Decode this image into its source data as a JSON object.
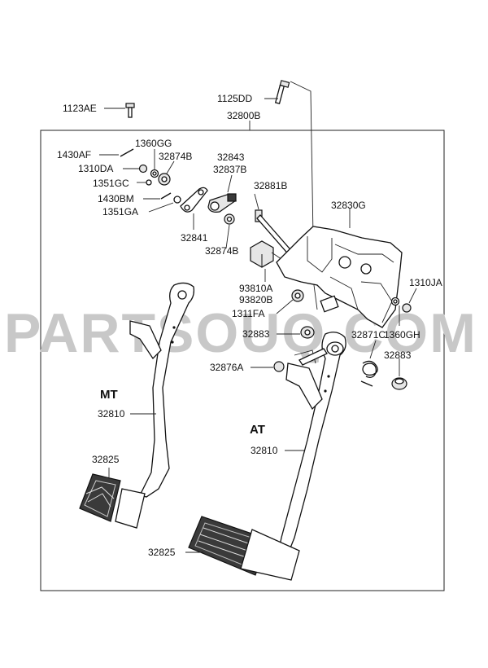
{
  "watermark": "PARTSOUQ.COM",
  "variants": {
    "mt": "MT",
    "at": "AT"
  },
  "labels": {
    "p1123AE": "1123AE",
    "p1125DD": "1125DD",
    "p32800B": "32800B",
    "p1430AF": "1430AF",
    "p1360GG": "1360GG",
    "p1310DA": "1310DA",
    "p32874B_top": "32874B",
    "p1351GC": "1351GC",
    "p32843": "32843",
    "p32837B": "32837B",
    "p32881B": "32881B",
    "p1430BM": "1430BM",
    "p1351GA": "1351GA",
    "p32830G": "32830G",
    "p32841": "32841",
    "p32874B_mid": "32874B",
    "p93810A": "93810A",
    "p93820B": "93820B",
    "p1310JA": "1310JA",
    "p1311FA": "1311FA",
    "p32883_left": "32883",
    "p32871C": "32871C",
    "p1360GH": "1360GH",
    "p32883_right": "32883",
    "p32876A": "32876A",
    "p32810_mt": "32810",
    "p32810_at": "32810",
    "p32825_mt": "32825",
    "p32825_at": "32825"
  }
}
